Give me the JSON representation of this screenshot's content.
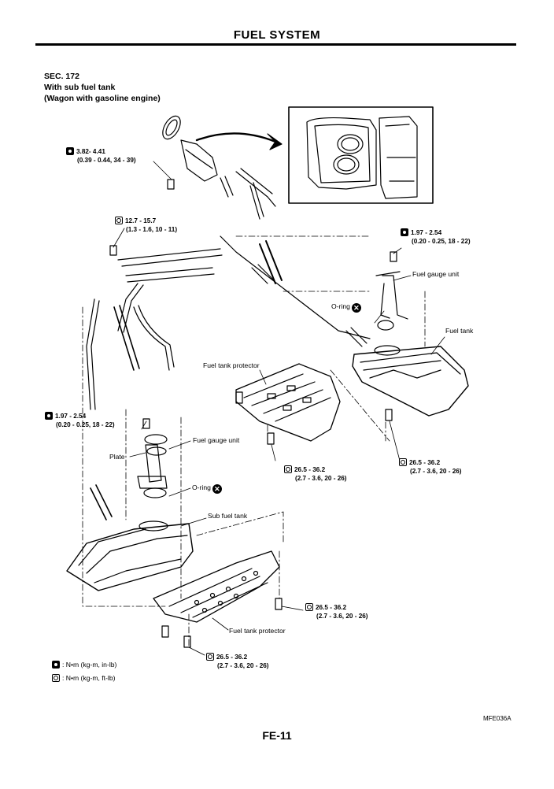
{
  "header": {
    "title": "FUEL SYSTEM"
  },
  "section": {
    "line1": "SEC. 172",
    "line2": "With sub fuel tank",
    "line3": "(Wagon with gasoline engine)"
  },
  "torques": {
    "t1": {
      "line1": "3.82- 4.41",
      "line2": "(0.39 - 0.44, 34 - 39)"
    },
    "t2": {
      "line1": "12.7 - 15.7",
      "line2": "(1.3 - 1.6, 10 - 11)"
    },
    "t3": {
      "line1": "1.97 - 2.54",
      "line2": "(0.20 - 0.25, 18 - 22)"
    },
    "t4": {
      "line1": "1.97 - 2.54",
      "line2": "(0.20 - 0.25, 18 - 22)"
    },
    "t5": {
      "line1": "26.5 - 36.2",
      "line2": "(2.7 - 3.6, 20 - 26)"
    },
    "t6": {
      "line1": "26.5 - 36.2",
      "line2": "(2.7 - 3.6, 20 - 26)"
    },
    "t7": {
      "line1": "26.5 - 36.2",
      "line2": "(2.7 - 3.6, 20 - 26)"
    },
    "t8": {
      "line1": "26.5 - 36.2",
      "line2": "(2.7 - 3.6, 20 - 26)"
    }
  },
  "labels": {
    "fuel_gauge_unit_main": "Fuel gauge unit",
    "oring_main": "O-ring",
    "fuel_tank": "Fuel tank",
    "fuel_tank_protector_main": "Fuel tank protector",
    "fuel_gauge_unit_sub": "Fuel gauge unit",
    "plate": "Plate",
    "oring_sub": "O-ring",
    "sub_fuel_tank": "Sub fuel tank",
    "fuel_tank_protector_sub": "Fuel tank protector"
  },
  "legend": {
    "item1": ": N•m (kg-m, in-lb)",
    "item2": ": N•m (kg-m, ft-lb)"
  },
  "figure_code": "MFE036A",
  "page_number": "FE-11",
  "icons": {
    "torque_in_lb": "torque-in-lb-icon",
    "torque_ft_lb": "torque-ft-lb-icon",
    "do_not_reuse": "do-not-reuse-icon"
  }
}
